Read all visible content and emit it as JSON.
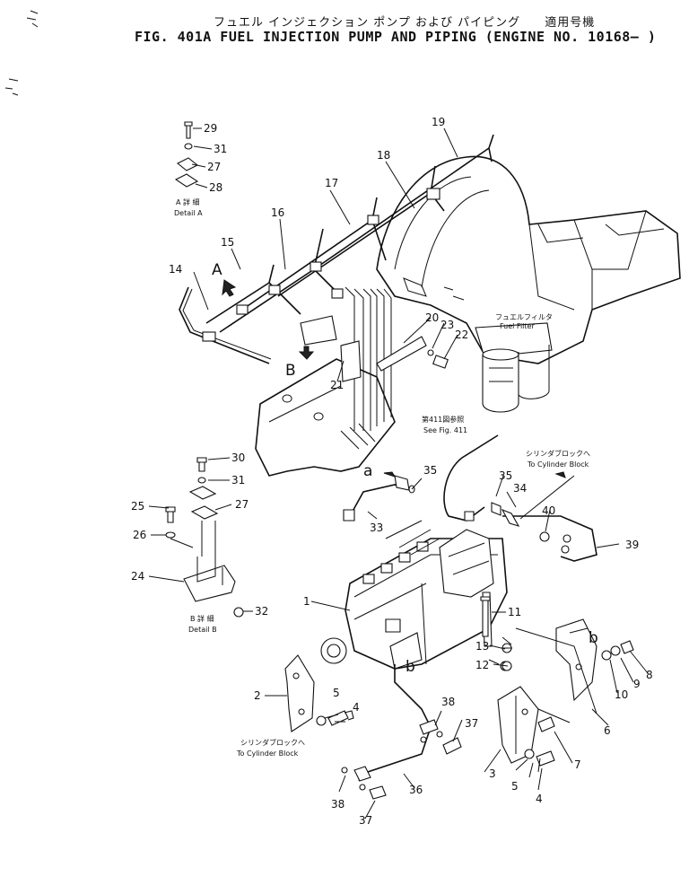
{
  "title": {
    "jp": "フュエル インジェクション ポンプ および パイピング",
    "jp_applicable": "適用号機",
    "en": "FIG. 401A  FUEL  INJECTION  PUMP  AND  PIPING  (ENGINE  NO. 10168— )"
  },
  "callouts": [
    "1",
    "2",
    "3",
    "4",
    "5",
    "6",
    "7",
    "8",
    "9",
    "10",
    "11",
    "12",
    "13",
    "14",
    "15",
    "16",
    "17",
    "18",
    "19",
    "20",
    "21",
    "22",
    "23",
    "24",
    "25",
    "26",
    "27",
    "28",
    "29",
    "30",
    "31",
    "32",
    "33",
    "34",
    "35",
    "36",
    "37",
    "38",
    "39",
    "40"
  ],
  "view_labels": {
    "a_upper": "A",
    "b_upper": "B",
    "a_lower": "a",
    "b_lower": "b"
  },
  "notes": {
    "detail_a_jp": "A 詳 細",
    "detail_a_en": "Detail A",
    "detail_b_jp": "B 詳 細",
    "detail_b_en": "Detail B",
    "fuel_filter_jp": "フュエルフィルタ",
    "fuel_filter_en": "Fuel Filter",
    "see_fig_jp": "第411図参照",
    "see_fig_en": "See Fig. 411",
    "to_cyl_block_jp": "シリンダブロックへ",
    "to_cyl_block_en": "To Cylinder Block"
  }
}
